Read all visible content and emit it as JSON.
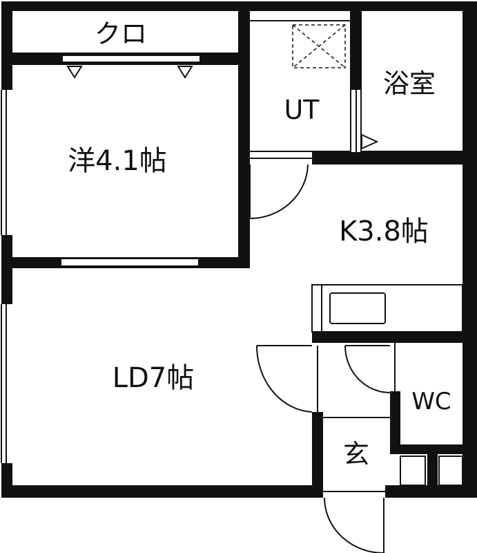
{
  "floorplan": {
    "rooms": {
      "closet": "クロ",
      "western_room": "洋4.1帖",
      "utility": "UT",
      "bathroom": "浴室",
      "kitchen": "K3.8帖",
      "living_dining": "LD7帖",
      "toilet": "WC",
      "entrance": "玄"
    },
    "colors": {
      "wall": "#111111",
      "background": "#ffffff"
    }
  }
}
